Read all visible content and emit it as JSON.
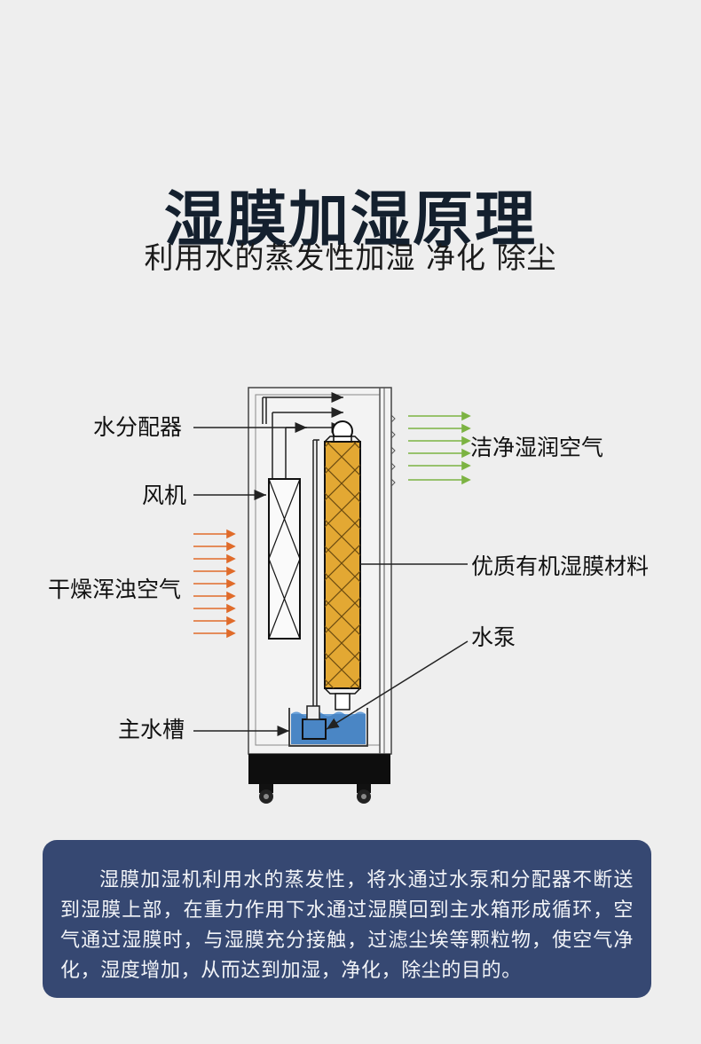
{
  "title": "湿膜加湿原理",
  "subtitle": "利用水的蒸发性加湿 净化 除尘",
  "labels": {
    "distributor": "水分配器",
    "fan": "风机",
    "dirty_air": "干燥浑浊空气",
    "tank": "主水槽",
    "clean_air": "洁净湿润空气",
    "membrane": "优质有机湿膜材料",
    "pump": "水泵"
  },
  "description": "湿膜加湿机利用水的蒸发性，将水通过水泵和分配器不断送到湿膜上部，在重力作用下水通过湿膜回到主水箱形成循环，空气通过湿膜时，与湿膜充分接触，过滤尘埃等颗粒物，使空气净化，湿度增加，从而达到加湿，净化，除尘的目的。",
  "colors": {
    "incoming_air_arrow": "#e06b2a",
    "outgoing_air_arrow": "#7cb342",
    "membrane_fill": "#e3a833",
    "water": "#4a86c5",
    "panel_bg": "#364872"
  }
}
